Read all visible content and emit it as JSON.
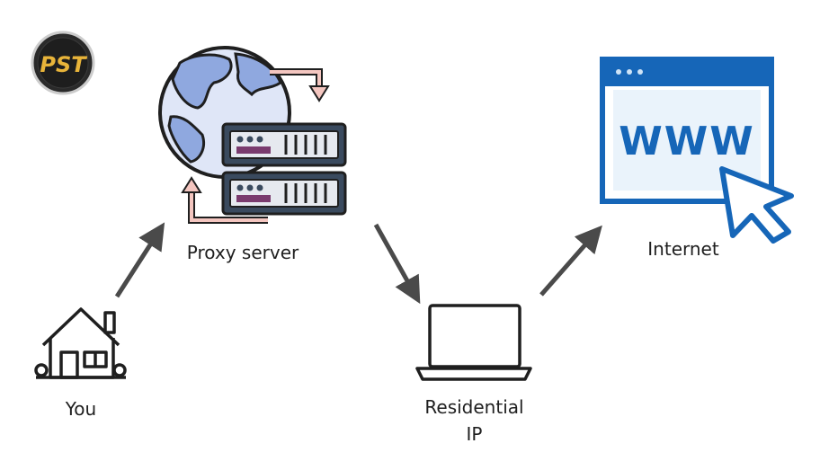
{
  "logo": {
    "text": "PST"
  },
  "nodes": {
    "you": {
      "label": "You",
      "icon": "house-icon"
    },
    "proxy": {
      "label": "Proxy server",
      "icon": "server-globe-icon"
    },
    "residential": {
      "label_line1": "Residential",
      "label_line2": "IP",
      "icon": "laptop-icon"
    },
    "internet": {
      "label": "Internet",
      "icon": "browser-www-icon",
      "browser_text": "WWW"
    }
  },
  "colors": {
    "arrow": "#4a4a4a",
    "globe_blue": "#8fa8df",
    "globe_light": "#dfe6f7",
    "server_dark": "#3a4a5e",
    "server_purple": "#7a3b6e",
    "browser_blue": "#1666b8",
    "browser_light": "#cfe4f7",
    "loop_arrow_pink": "#f4c6c0",
    "logo_gold": "#e8b43a"
  }
}
